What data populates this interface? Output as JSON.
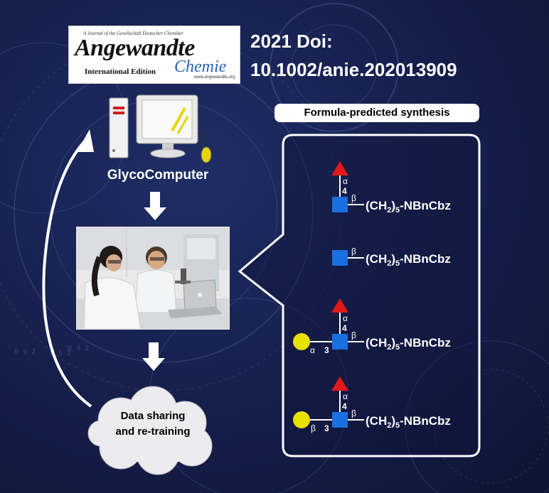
{
  "journal": {
    "tagline": "A Journal of the Gesellschaft Deutscher Chemiker",
    "name": "Angewandte",
    "edition": "International Edition",
    "chemie": "Chemie",
    "url": "www.angewandte.org"
  },
  "doi": {
    "line1": "2021 Doi:",
    "line2": "10.1002/anie.202013909"
  },
  "computer": {
    "label": "GlycoComputer"
  },
  "cloud": {
    "line1": "Data sharing",
    "line2": "and re-training"
  },
  "formula": {
    "title": "Formula-predicted synthesis",
    "compounds": [
      {
        "linker": "(CH2)5-NBnCbz",
        "beta": "β",
        "fuc_anomer": "α",
        "fuc_pos": "4"
      },
      {
        "linker": "(CH2)5-NBnCbz",
        "beta": "β"
      },
      {
        "linker": "(CH2)5-NBnCbz",
        "beta": "β",
        "fuc_anomer": "α",
        "fuc_pos": "4",
        "gal_anomer": "α",
        "gal_pos": "3"
      },
      {
        "linker": "(CH2)5-NBnCbz",
        "beta": "β",
        "fuc_anomer": "α",
        "fuc_pos": "4",
        "gal_anomer": "β",
        "gal_pos": "3"
      }
    ]
  },
  "colors": {
    "background": "#17204f",
    "glcnac_square": "#1a6fe0",
    "fucose_triangle": "#e01818",
    "galactose_circle": "#e8e000"
  },
  "icons": [
    "computer-monitor-icon",
    "pc-tower-icon",
    "mouse-icon",
    "down-arrow-icon",
    "cloud-icon",
    "feedback-arrow-icon"
  ]
}
